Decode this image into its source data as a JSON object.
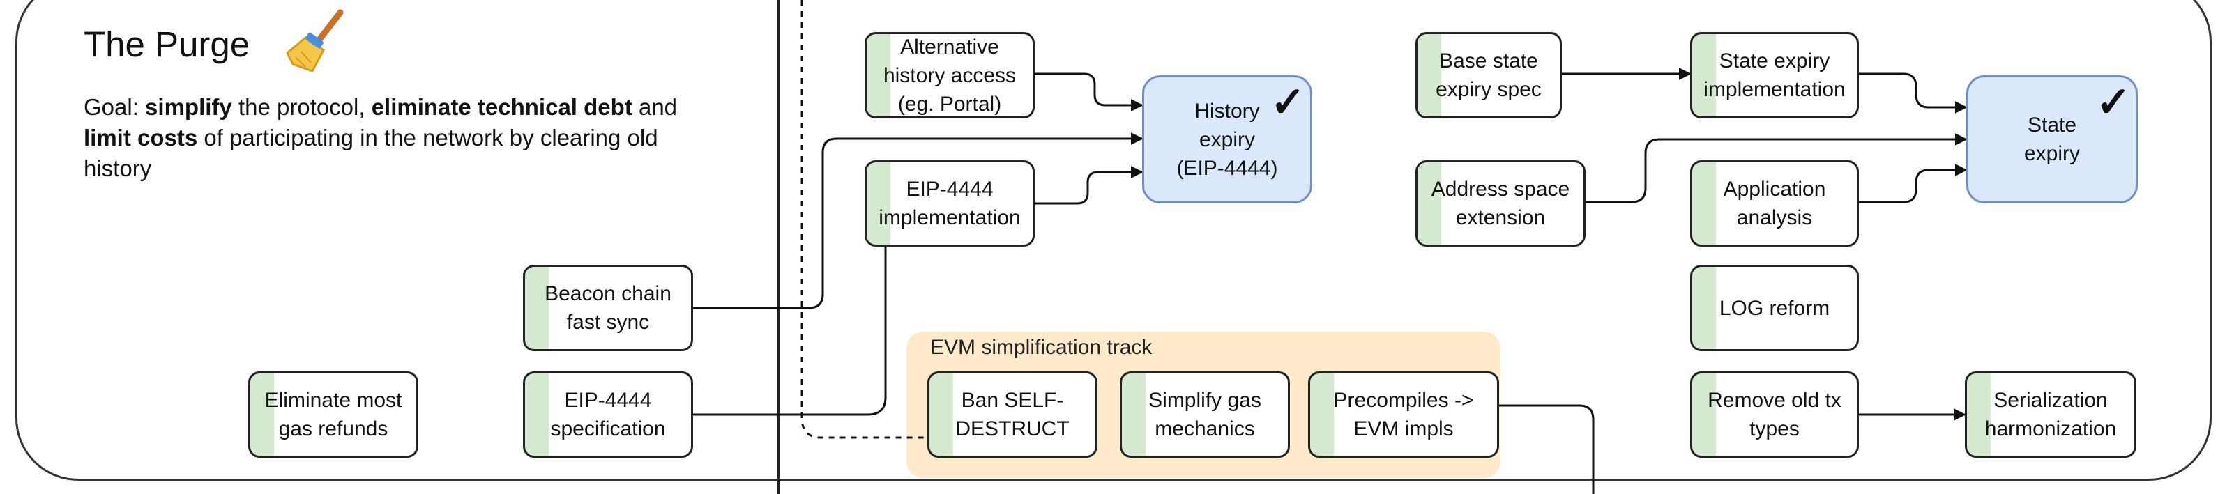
{
  "header": {
    "title": "The Purge",
    "goal_prefix": "Goal: ",
    "goal_bold1": "simplify",
    "goal_mid1": " the protocol, ",
    "goal_bold2": "eliminate technical debt",
    "goal_mid2": " and ",
    "goal_bold3": "limit costs",
    "goal_rest": " of participating in the network by clearing old history",
    "icon": "broom-icon"
  },
  "groups": {
    "evm_track": "EVM simplification track"
  },
  "nodes": {
    "alt_history": "Alternative\nhistory access\n(eg. Portal)",
    "history_expiry": "History\nexpiry\n(EIP-4444)",
    "eip4444_impl": "EIP-4444\nimplementation",
    "beacon_sync": "Beacon chain\nfast sync",
    "eip4444_spec": "EIP-4444\nspecification",
    "gas_refunds": "Eliminate most\ngas refunds",
    "ban_selfdestruct": "Ban SELF-\nDESTRUCT",
    "simplify_gas": "Simplify gas\nmechanics",
    "precompiles": "Precompiles ->\nEVM impls",
    "base_state": "Base state\nexpiry spec",
    "state_expiry_impl": "State expiry\nimplementation",
    "state_expiry": "State\nexpiry",
    "address_space": "Address space\nextension",
    "app_analysis": "Application\nanalysis",
    "log_reform": "LOG reform",
    "remove_tx": "Remove old tx\ntypes",
    "serialization": "Serialization\nharmonization"
  },
  "marks": {
    "check": "✓"
  },
  "colors": {
    "node_fill": "#d4e9cf",
    "goal_fill": "#dbe8fb",
    "goal_border": "#6f8fc7",
    "evm_track_fill": "#ffeacb"
  }
}
